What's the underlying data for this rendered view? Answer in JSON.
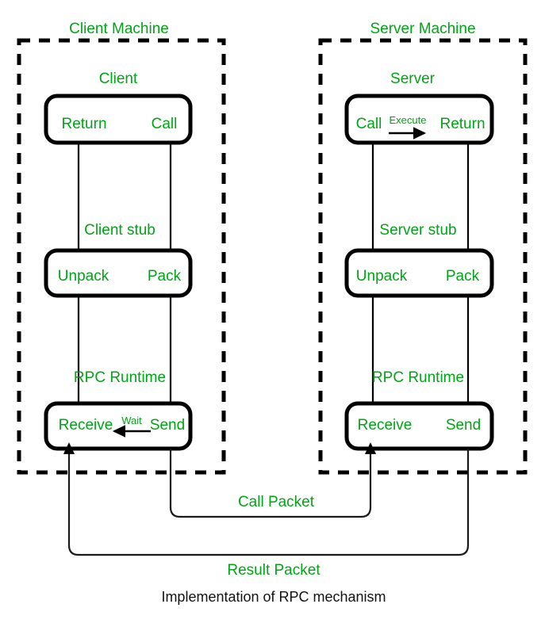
{
  "diagram": {
    "caption": "Implementation of RPC mechanism",
    "colors": {
      "label_green": "#00A516",
      "line_black": "#000000",
      "caption_black": "#111111",
      "background": "#FFFFFF"
    },
    "machines": [
      {
        "id": "client-machine",
        "title": "Client Machine",
        "layers": [
          {
            "id": "client",
            "title": "Client",
            "left_label": "Return",
            "right_label": "Call",
            "inner_label": null
          },
          {
            "id": "client-stub",
            "title": "Client stub",
            "left_label": "Unpack",
            "right_label": "Pack",
            "inner_label": null
          },
          {
            "id": "client-rpc-runtime",
            "title": "RPC Runtime",
            "left_label": "Receive",
            "right_label": "Send",
            "inner_label": "Wait"
          }
        ]
      },
      {
        "id": "server-machine",
        "title": "Server Machine",
        "layers": [
          {
            "id": "server",
            "title": "Server",
            "left_label": "Call",
            "right_label": "Return",
            "inner_label": "Execute"
          },
          {
            "id": "server-stub",
            "title": "Server stub",
            "left_label": "Unpack",
            "right_label": "Pack",
            "inner_label": null
          },
          {
            "id": "server-rpc-runtime",
            "title": "RPC Runtime",
            "left_label": "Receive",
            "right_label": "Send",
            "inner_label": null
          }
        ]
      }
    ],
    "packets": [
      {
        "id": "call-packet",
        "label": "Call Packet",
        "from": "client-rpc-runtime.Send",
        "to": "server-rpc-runtime.Receive"
      },
      {
        "id": "result-packet",
        "label": "Result Packet",
        "from": "server-rpc-runtime.Send",
        "to": "client-rpc-runtime.Receive"
      }
    ]
  }
}
